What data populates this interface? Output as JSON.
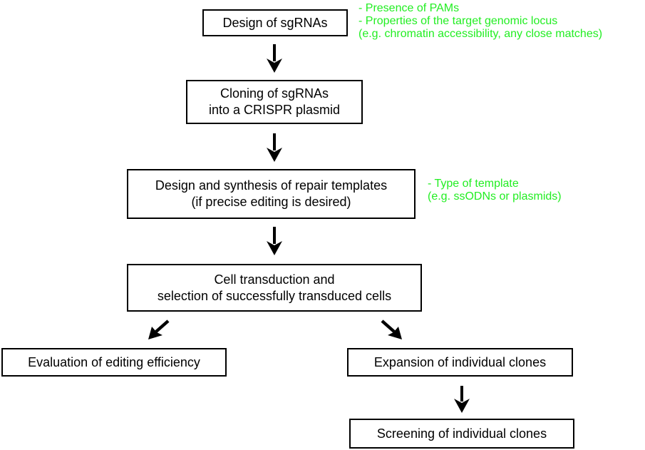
{
  "diagram": {
    "title": "CRISPR genome editing workflow",
    "colors": {
      "box_border": "#000000",
      "text": "#000000",
      "note_text": "#22ee22",
      "arrow": "#000000",
      "background": "#ffffff"
    },
    "steps": {
      "design": {
        "lines": [
          "Design of sgRNAs"
        ]
      },
      "cloning": {
        "lines": [
          "Cloning of sgRNAs",
          "into a CRISPR plasmid"
        ]
      },
      "repair": {
        "lines": [
          "Design and synthesis of repair templates",
          "(if precise editing is desired)"
        ]
      },
      "cell": {
        "lines": [
          "Cell transduction and",
          "selection of successfully transduced cells"
        ]
      },
      "evaluation": {
        "lines": [
          "Evaluation of editing efficiency"
        ]
      },
      "expansion": {
        "lines": [
          "Expansion of individual clones"
        ]
      },
      "screening": {
        "lines": [
          "Screening of individual clones"
        ]
      }
    },
    "notes": {
      "design": {
        "lines": [
          "- Presence of PAMs",
          "- Properties of the target genomic locus",
          "(e.g. chromatin accessibility, any close matches)"
        ]
      },
      "repair": {
        "lines": [
          "- Type of template",
          "(e.g. ssODNs or plasmids)"
        ]
      }
    },
    "arrows": [
      {
        "from": "design",
        "to": "cloning",
        "direction": "down",
        "icon": "arrow-down-icon"
      },
      {
        "from": "cloning",
        "to": "repair",
        "direction": "down",
        "icon": "arrow-down-icon"
      },
      {
        "from": "repair",
        "to": "cell",
        "direction": "down",
        "icon": "arrow-down-icon"
      },
      {
        "from": "cell",
        "to": "evaluation",
        "direction": "down-left",
        "icon": "arrow-down-left-icon"
      },
      {
        "from": "cell",
        "to": "expansion",
        "direction": "down-right",
        "icon": "arrow-down-right-icon"
      },
      {
        "from": "expansion",
        "to": "screening",
        "direction": "down",
        "icon": "arrow-down-icon"
      }
    ]
  }
}
